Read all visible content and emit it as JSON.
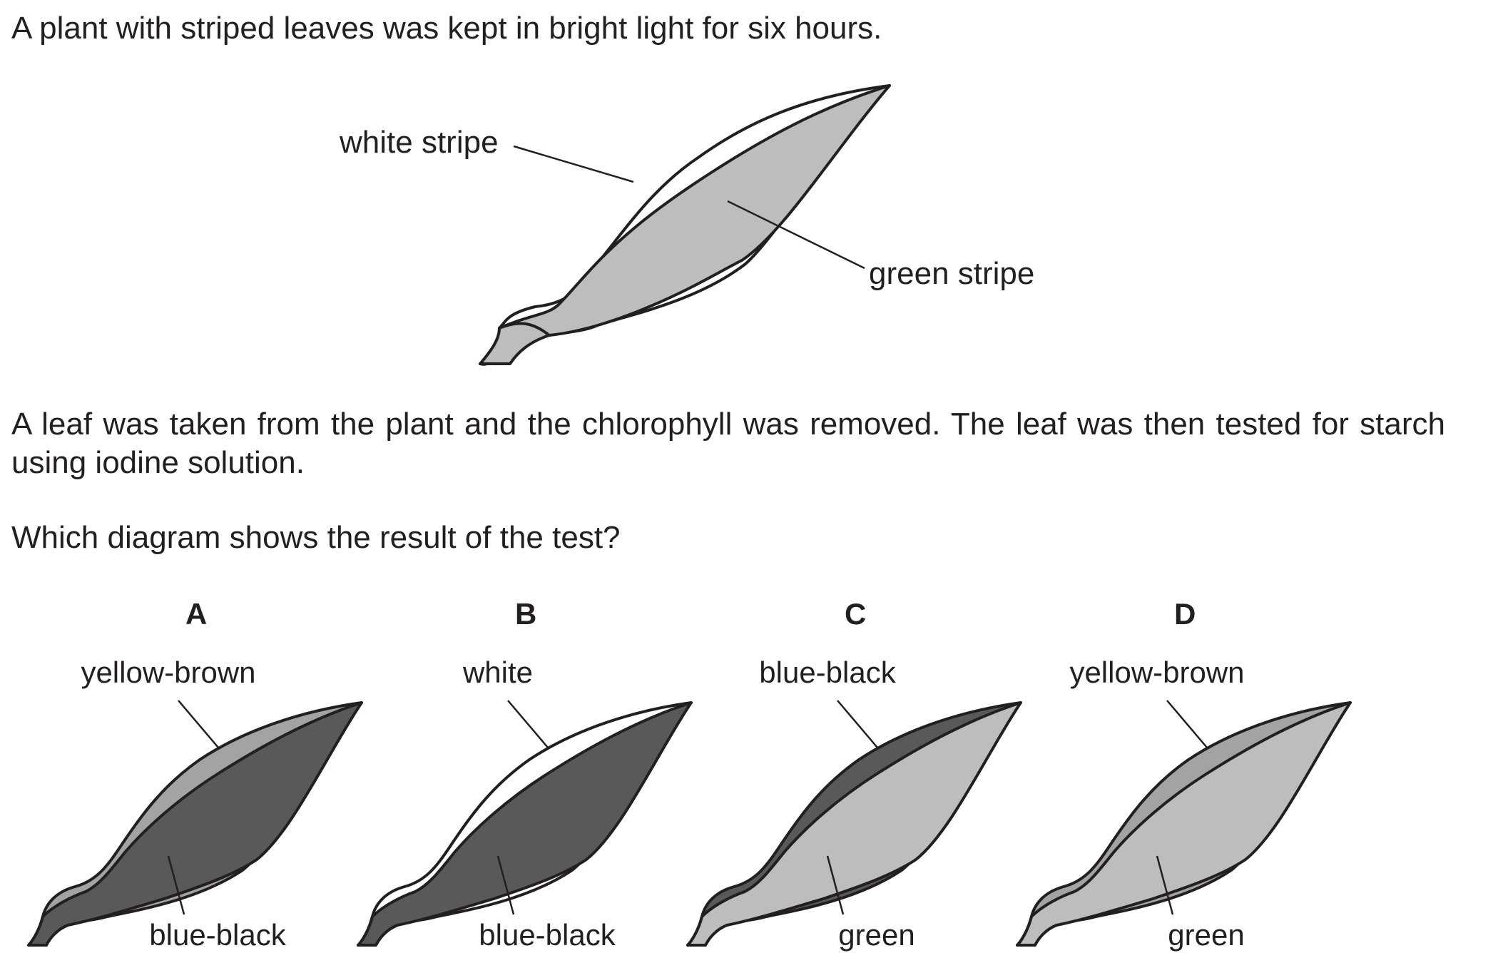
{
  "intro": "A plant with striped leaves was kept in bright light for six hours.",
  "main_leaf": {
    "white_label": "white stripe",
    "green_label": "green stripe"
  },
  "procedure": "A leaf was taken from the plant and the chlorophyll was removed. The leaf was then tested for starch using iodine solution.",
  "question": "Which diagram shows the result of the test?",
  "options": [
    {
      "letter": "A",
      "outer_label": "yellow-brown",
      "inner_label": "blue-black",
      "outer_color": "#a3a3a3",
      "inner_color": "#595959"
    },
    {
      "letter": "B",
      "outer_label": "white",
      "inner_label": "blue-black",
      "outer_color": "#ffffff",
      "inner_color": "#595959"
    },
    {
      "letter": "C",
      "outer_label": "blue-black",
      "inner_label": "green",
      "outer_color": "#595959",
      "inner_color": "#bdbdbd"
    },
    {
      "letter": "D",
      "outer_label": "yellow-brown",
      "inner_label": "green",
      "outer_color": "#a3a3a3",
      "inner_color": "#bdbdbd"
    }
  ],
  "colors": {
    "outline": "#231f20",
    "main_white": "#ffffff",
    "main_green": "#bdbdbd"
  }
}
